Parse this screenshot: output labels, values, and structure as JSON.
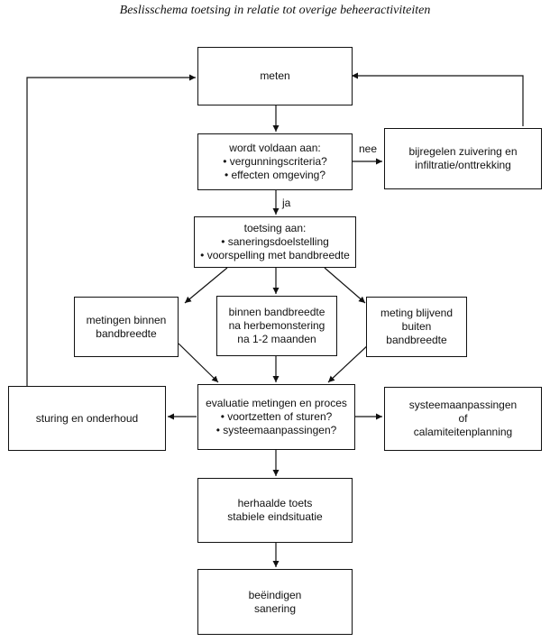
{
  "title": "Beslisschema toetsing in relatie tot overige beheeractiviteiten",
  "nodes": {
    "meten": [
      "meten"
    ],
    "voldaan": [
      "wordt voldaan aan:",
      "• vergunningscriteria?",
      "• effecten omgeving?"
    ],
    "bijregelen": [
      "bijregelen zuivering en",
      "infiltratie/onttrekking"
    ],
    "toetsing": [
      "toetsing aan:",
      "• saneringsdoelstelling",
      "• voorspelling met bandbreedte"
    ],
    "binnen_bandbreedte": [
      "metingen binnen",
      "bandbreedte"
    ],
    "herbemonstering": [
      "binnen bandbreedte",
      "na herbemonstering",
      "na 1-2 maanden"
    ],
    "buiten_bandbreedte": [
      "meting blijvend",
      "buiten",
      "bandbreedte"
    ],
    "evaluatie": [
      "evaluatie metingen en proces",
      "• voortzetten of sturen?",
      "• systeemaanpassingen?"
    ],
    "sturing": [
      "sturing en onderhoud"
    ],
    "systeemaanpassingen": [
      "systeemaanpassingen",
      "of",
      "calamiteitenplanning"
    ],
    "herhaalde_toets": [
      "herhaalde toets",
      "stabiele eindsituatie"
    ],
    "beeindigen": [
      "beëindigen",
      "sanering"
    ]
  },
  "edge_labels": {
    "nee": "nee",
    "ja": "ja"
  }
}
